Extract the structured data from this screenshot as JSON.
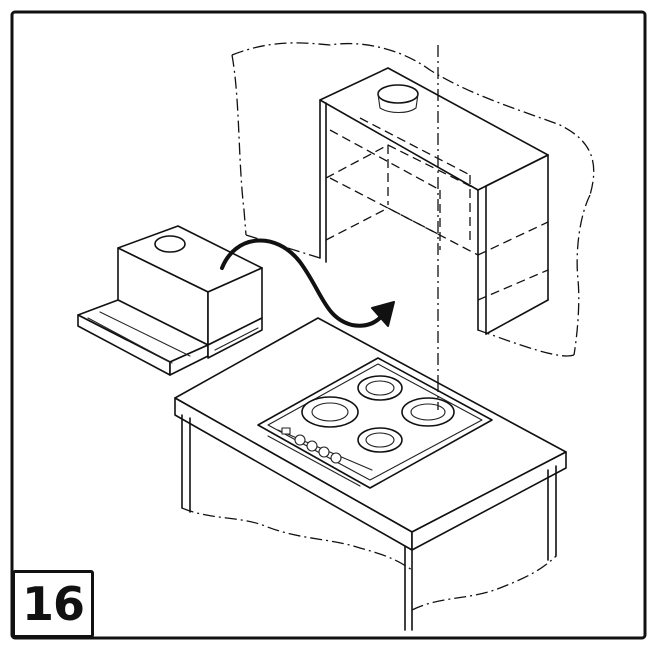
{
  "step": {
    "number": "16"
  },
  "icons": {
    "frame": "outer-frame",
    "hood": "slide-out-hood-unit",
    "arrow": "install-direction-arrow-icon",
    "cabinet": "wall-cabinet",
    "hob": "induction-hob",
    "counter": "kitchen-counter"
  },
  "colors": {
    "line": "#111111",
    "background": "#ffffff"
  }
}
